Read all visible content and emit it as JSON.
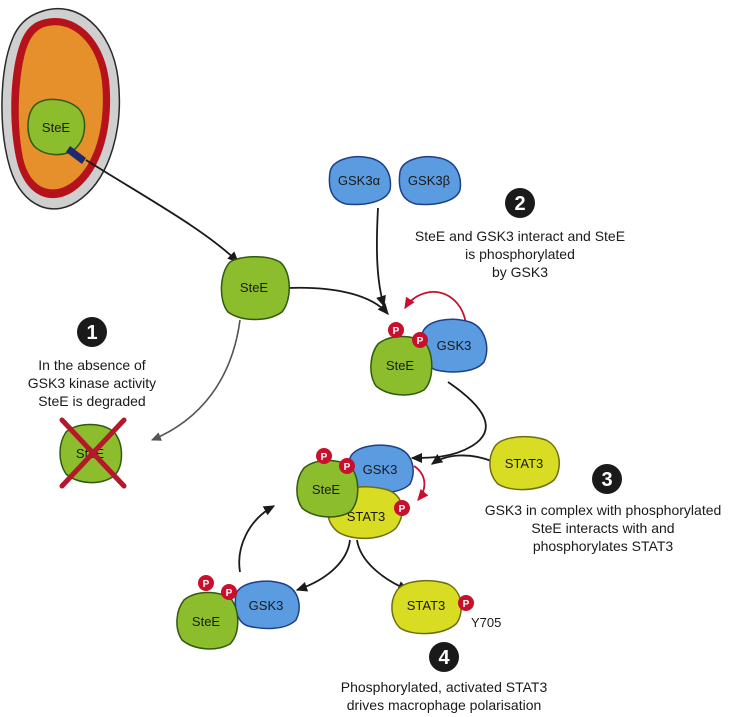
{
  "labels": {
    "stee": "SteE",
    "gsk3": "GSK3",
    "gsk3a": "GSK3α",
    "gsk3b": "GSK3β",
    "stat3": "STAT3",
    "p": "P",
    "y705": "Y705"
  },
  "steps": [
    {
      "number": "1",
      "lines": [
        "In the absence of",
        "GSK3 kinase activity",
        "SteE is degraded"
      ]
    },
    {
      "number": "2",
      "lines": [
        "SteE and GSK3 interact and SteE",
        "is phosphorylated",
        "by GSK3"
      ]
    },
    {
      "number": "3",
      "lines": [
        "GSK3 in complex with phosphorylated",
        "SteE interacts with and",
        "phosphorylates STAT3"
      ]
    },
    {
      "number": "4",
      "lines": [
        "Phosphorylated, activated STAT3",
        "drives macrophage polarisation"
      ]
    }
  ],
  "colors": {
    "stee_green": "#8bbd2c",
    "gsk3_blue": "#5b9be0",
    "stat3_yellow": "#d8dc22",
    "phospho_red": "#c8102e",
    "cross_red": "#b5182a",
    "bacterium_orange": "#e5902a",
    "bacterium_red": "#b5121b",
    "bacterium_grey": "#cfcfcf"
  }
}
